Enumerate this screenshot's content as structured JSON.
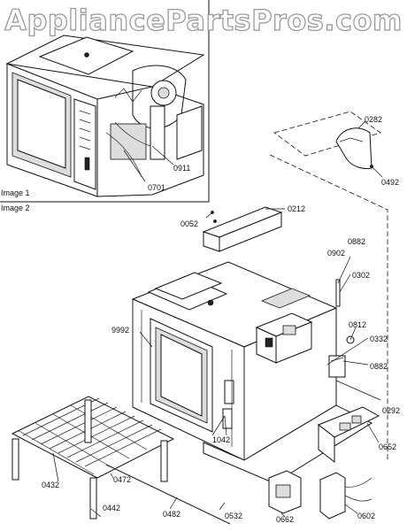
{
  "watermark": "AppliancePartsPros.com",
  "image_labels": {
    "image1": "Image 1",
    "image2": "Image 2"
  },
  "part_numbers": {
    "p0911": "0911",
    "p0701": "0701",
    "p0282": "0282",
    "p0492": "0492",
    "p0052": "0052",
    "p0212": "0212",
    "p0902": "0902",
    "p0882a": "0882",
    "p0302": "0302",
    "p0812": "0812",
    "p0332": "0332",
    "p0882b": "0882",
    "p0292": "0292",
    "p9992": "9992",
    "p0652": "0652",
    "p1042": "1042",
    "p0432": "0432",
    "p0472": "0472",
    "p0442": "0442",
    "p0482": "0482",
    "p0532": "0532",
    "p0662": "0662",
    "p0602": "0602"
  }
}
